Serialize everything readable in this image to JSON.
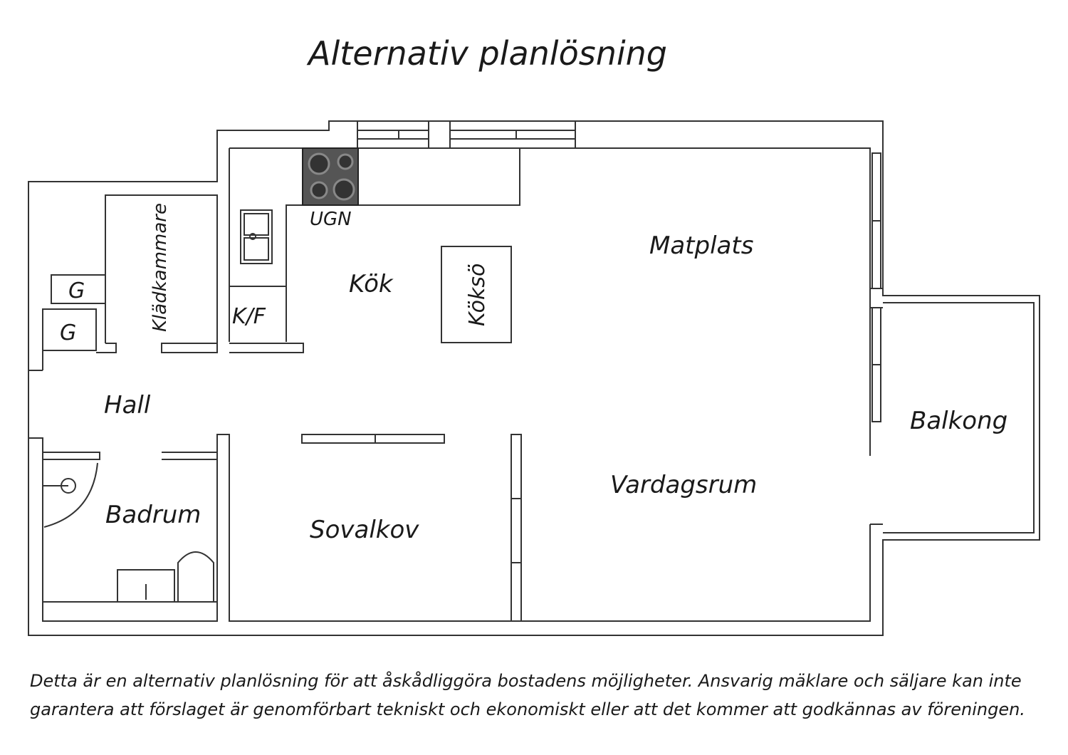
{
  "title": "Alternativ planlösning",
  "rooms": {
    "hall": "Hall",
    "badrum": "Badrum",
    "sovalkov": "Sovalkov",
    "kok": "Kök",
    "koksö": "Köksö",
    "matplats": "Matplats",
    "vardagsrum": "Vardagsrum",
    "balkong": "Balkong",
    "kladkammare": "Klädkammare",
    "garderob_1": "G",
    "garderob_2": "G",
    "kyl_frys": "K/F",
    "ugn": "UGN"
  },
  "disclaimer": {
    "line1": "Detta är en alternativ planlösning för att åskådliggöra bostadens möjligheter. Ansvarig mäklare och säljare kan inte",
    "line2": "garantera att förslaget är genomförbart tekniskt och ekonomiskt eller att det kommer att godkännas av föreningen."
  }
}
